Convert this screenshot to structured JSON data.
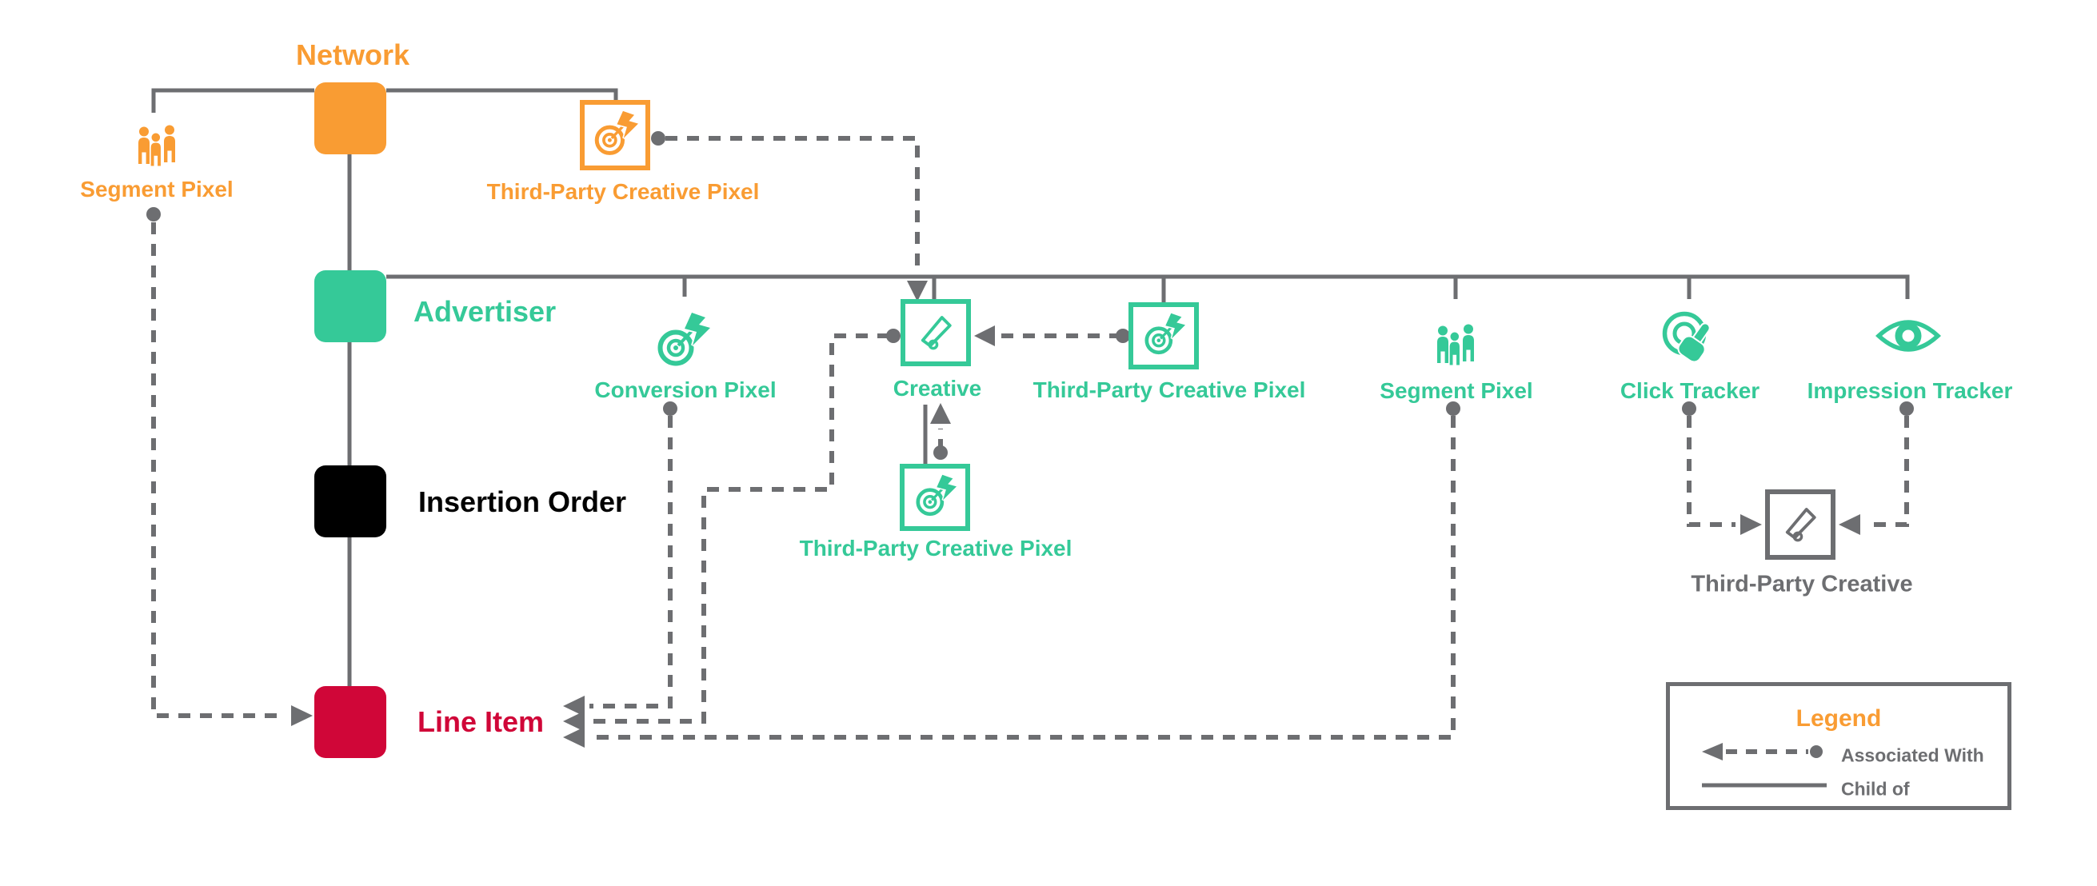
{
  "colors": {
    "orange": "#F99C33",
    "green": "#35C998",
    "red": "#D00638",
    "black": "#000000",
    "gray": "#6D6E71"
  },
  "entities": {
    "network": {
      "label": "Network"
    },
    "advertiser": {
      "label": "Advertiser"
    },
    "insertion_order": {
      "label": "Insertion Order"
    },
    "line_item": {
      "label": "Line Item"
    }
  },
  "satellites": {
    "segment_pixel_network": {
      "label": "Segment Pixel"
    },
    "third_party_creative_pixel_network": {
      "label": "Third-Party Creative Pixel"
    },
    "conversion_pixel": {
      "label": "Conversion Pixel"
    },
    "creative": {
      "label": "Creative"
    },
    "third_party_creative_pixel_advertiser": {
      "label": "Third-Party Creative Pixel"
    },
    "third_party_creative_pixel_creative": {
      "label": "Third-Party Creative Pixel"
    },
    "segment_pixel_advertiser": {
      "label": "Segment Pixel"
    },
    "click_tracker": {
      "label": "Click Tracker"
    },
    "impression_tracker": {
      "label": "Impression Tracker"
    },
    "third_party_creative": {
      "label": "Third-Party Creative"
    }
  },
  "legend": {
    "title": "Legend",
    "associated_with": "Associated With",
    "child_of": "Child of"
  },
  "edges": {
    "child_of": [
      {
        "child": "Advertiser",
        "parent": "Network"
      },
      {
        "child": "Insertion Order",
        "parent": "Advertiser"
      },
      {
        "child": "Line Item",
        "parent": "Insertion Order"
      },
      {
        "child": "Segment Pixel",
        "parent": "Network"
      },
      {
        "child": "Third-Party Creative Pixel",
        "parent": "Network"
      },
      {
        "child": "Conversion Pixel",
        "parent": "Advertiser"
      },
      {
        "child": "Creative",
        "parent": "Advertiser"
      },
      {
        "child": "Third-Party Creative Pixel",
        "parent": "Advertiser"
      },
      {
        "child": "Segment Pixel",
        "parent": "Advertiser"
      },
      {
        "child": "Click Tracker",
        "parent": "Advertiser"
      },
      {
        "child": "Impression Tracker",
        "parent": "Advertiser"
      },
      {
        "child": "Third-Party Creative Pixel",
        "parent": "Creative"
      }
    ],
    "associated_with": [
      {
        "from": "Segment Pixel (Network)",
        "to": "Line Item"
      },
      {
        "from": "Third-Party Creative Pixel (Network)",
        "to": "Creative"
      },
      {
        "from": "Conversion Pixel",
        "to": "Line Item"
      },
      {
        "from": "Creative",
        "to": "Line Item"
      },
      {
        "from": "Third-Party Creative Pixel (Advertiser)",
        "to": "Creative"
      },
      {
        "from": "Third-Party Creative Pixel (Creative)",
        "to": "Creative"
      },
      {
        "from": "Segment Pixel (Advertiser)",
        "to": "Line Item"
      },
      {
        "from": "Click Tracker",
        "to": "Third-Party Creative"
      },
      {
        "from": "Impression Tracker",
        "to": "Third-Party Creative"
      }
    ]
  }
}
